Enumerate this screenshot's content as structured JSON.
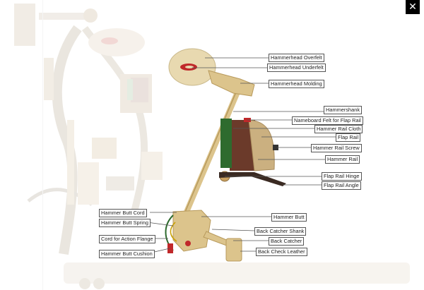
{
  "labels": {
    "hammerhead_overfelt": "Hammerhead Overfelt",
    "hammerhead_underfelt": "Hammerhead Underfelt",
    "hammerhead_molding": "Hammerhead Molding",
    "hammershank": "Hammershank",
    "nameboard_felt": "Nameboard Felt for Flap Rail",
    "hammer_rail_cloth": "Hammer Rail Cloth",
    "flap_rail": "Flap Rail",
    "hammer_rail_screw": "Hammer Rail Screw",
    "hammer_rail": "Hammer Rail",
    "flap_rail_hinge": "Flap Rail Hinge",
    "flap_rail_angle": "Flap Rail Angle",
    "hammer_butt": "Hammer Butt",
    "back_catcher_shank": "Back Catcher Shank",
    "back_catcher": "Back Catcher",
    "back_check_leather": "Back Check Leather",
    "hammer_butt_cord": "Hammer Butt Cord",
    "hammer_butt_spring": "Hammer Butt Spring",
    "cord_for_action_flange": "Cord for Action Flange",
    "hammer_butt_cushion": "Hammer Butt Cushion"
  },
  "controls": {
    "close_glyph": "✕"
  },
  "colors": {
    "wood": "#dcc48c",
    "wood_dark": "#b89a5c",
    "felt_red": "#c0282a",
    "felt_green": "#2e6b2e",
    "rail_brown": "#6b3a2a",
    "ghost": "#e9e4dc"
  }
}
